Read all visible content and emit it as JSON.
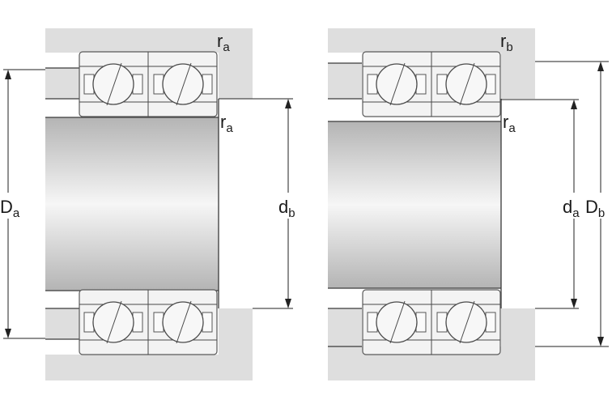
{
  "left_arrangement": {
    "fillet_top": {
      "letter": "r",
      "sub": "a"
    },
    "fillet_shaft": {
      "letter": "r",
      "sub": "a"
    },
    "housing_diameter": {
      "letter": "D",
      "sub": "a"
    },
    "shaft_diameter": {
      "letter": "d",
      "sub": "b"
    }
  },
  "right_arrangement": {
    "fillet_top": {
      "letter": "r",
      "sub": "b"
    },
    "fillet_shaft": {
      "letter": "r",
      "sub": "a"
    },
    "shaft_diameter": {
      "letter": "d",
      "sub": "a"
    },
    "housing_diameter": {
      "letter": "D",
      "sub": "b"
    }
  },
  "colors": {
    "housing": "#dedede",
    "outline": "#3a3a3a",
    "shaft_gradient": [
      "#b4b4b4",
      "#f6f6f6",
      "#b4b4b4"
    ]
  },
  "icons": [
    "ball-bearing-icon"
  ]
}
